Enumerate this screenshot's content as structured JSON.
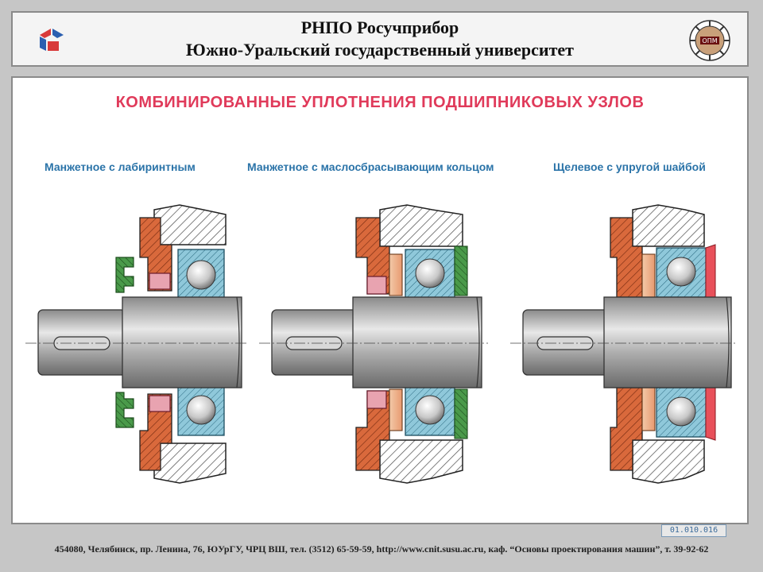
{
  "header": {
    "line1": "РНПО Росучприбор",
    "line2": "Южно-Уральский государственный университет",
    "emblem_text": "ОПМ"
  },
  "main": {
    "title": "КОМБИНИРОВАННЫЕ УПЛОТНЕНИЯ ПОДШИПНИКОВЫХ УЗЛОВ",
    "variants": [
      {
        "label": "Манжетное с лабиринтным"
      },
      {
        "label": "Манжетное с маслосбрасывающим кольцом"
      },
      {
        "label": "Щелевое с упругой шайбой"
      }
    ]
  },
  "code": "01.010.016",
  "footer": "454080, Челябинск, пр. Ленина, 76, ЮУрГУ, ЧРЦ ВШ, тел. (3512) 65-59-59, http://www.cnit.susu.ac.ru, каф. “Основы проектирования машин”, т. 39-92-62",
  "colors": {
    "title": "#e03a5a",
    "subtitle": "#2a73a8",
    "housing_orange": "#d9693c",
    "seal_green": "#3f8a3f",
    "bearing_blue": "#8fc8da",
    "shaft_gray": "#a8a8a8",
    "felt_pink": "#e8a3b0",
    "washer_red": "#e8505a"
  }
}
